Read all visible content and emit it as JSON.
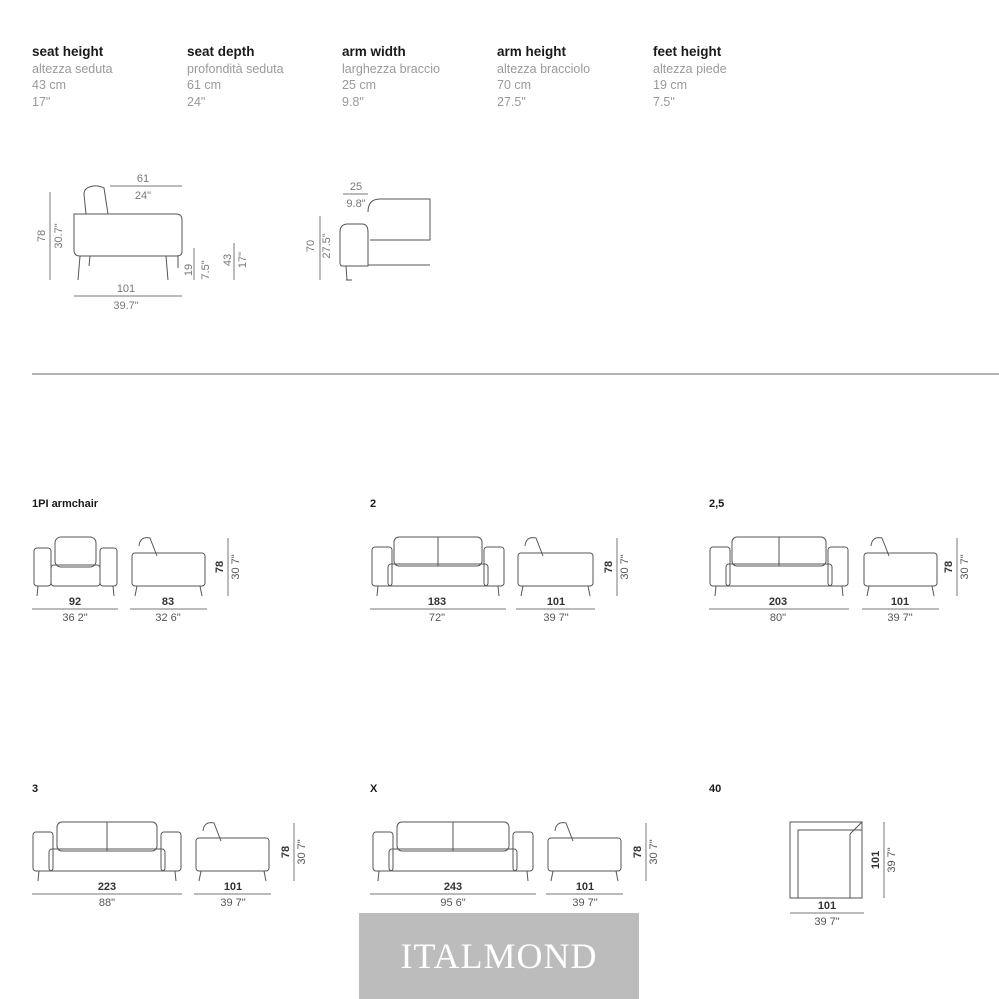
{
  "specs": [
    {
      "en": "seat height",
      "it": "altezza seduta",
      "cm": "43 cm",
      "in": "17\""
    },
    {
      "en": "seat depth",
      "it": "profondità seduta",
      "cm": "61 cm",
      "in": "24\""
    },
    {
      "en": "arm width",
      "it": "larghezza braccio",
      "cm": "25 cm",
      "in": "9.8\""
    },
    {
      "en": "arm height",
      "it": "altezza bracciolo",
      "cm": "70 cm",
      "in": "27.5\""
    },
    {
      "en": "feet height",
      "it": "altezza piede",
      "cm": "19 cm",
      "in": "7.5\""
    }
  ],
  "detail": {
    "seat_depth_cm": "61",
    "seat_depth_in": "24\"",
    "height_cm": "78",
    "height_in": "30.7\"",
    "feet_cm": "19",
    "feet_in": "7.5\"",
    "seat_cm": "43",
    "seat_in": "17\"",
    "depth_cm": "101",
    "depth_in": "39.7\"",
    "arm_w_cm": "25",
    "arm_w_in": "9.8\"",
    "arm_h_cm": "70",
    "arm_h_in": "27.5\""
  },
  "models": [
    {
      "label": "1PI armchair",
      "width_cm": "92",
      "width_in": "36 2\"",
      "depth_cm": "83",
      "depth_in": "32 6\"",
      "height_cm": "78",
      "height_in": "30 7\""
    },
    {
      "label": "2",
      "width_cm": "183",
      "width_in": "72\"",
      "depth_cm": "101",
      "depth_in": "39 7\"",
      "height_cm": "78",
      "height_in": "30 7\""
    },
    {
      "label": "2,5",
      "width_cm": "203",
      "width_in": "80\"",
      "depth_cm": "101",
      "depth_in": "39 7\"",
      "height_cm": "78",
      "height_in": "30 7\""
    },
    {
      "label": "3",
      "width_cm": "223",
      "width_in": "88\"",
      "depth_cm": "101",
      "depth_in": "39 7\"",
      "height_cm": "78",
      "height_in": "30 7\""
    },
    {
      "label": "X",
      "width_cm": "243",
      "width_in": "95 6\"",
      "depth_cm": "101",
      "depth_in": "39 7\"",
      "height_cm": "78",
      "height_in": "30 7\""
    },
    {
      "label": "40",
      "width_cm": "101",
      "width_in": "39 7\"",
      "height_cm": "101",
      "height_in": "39 7\""
    }
  ],
  "brand": "ITALMOND"
}
